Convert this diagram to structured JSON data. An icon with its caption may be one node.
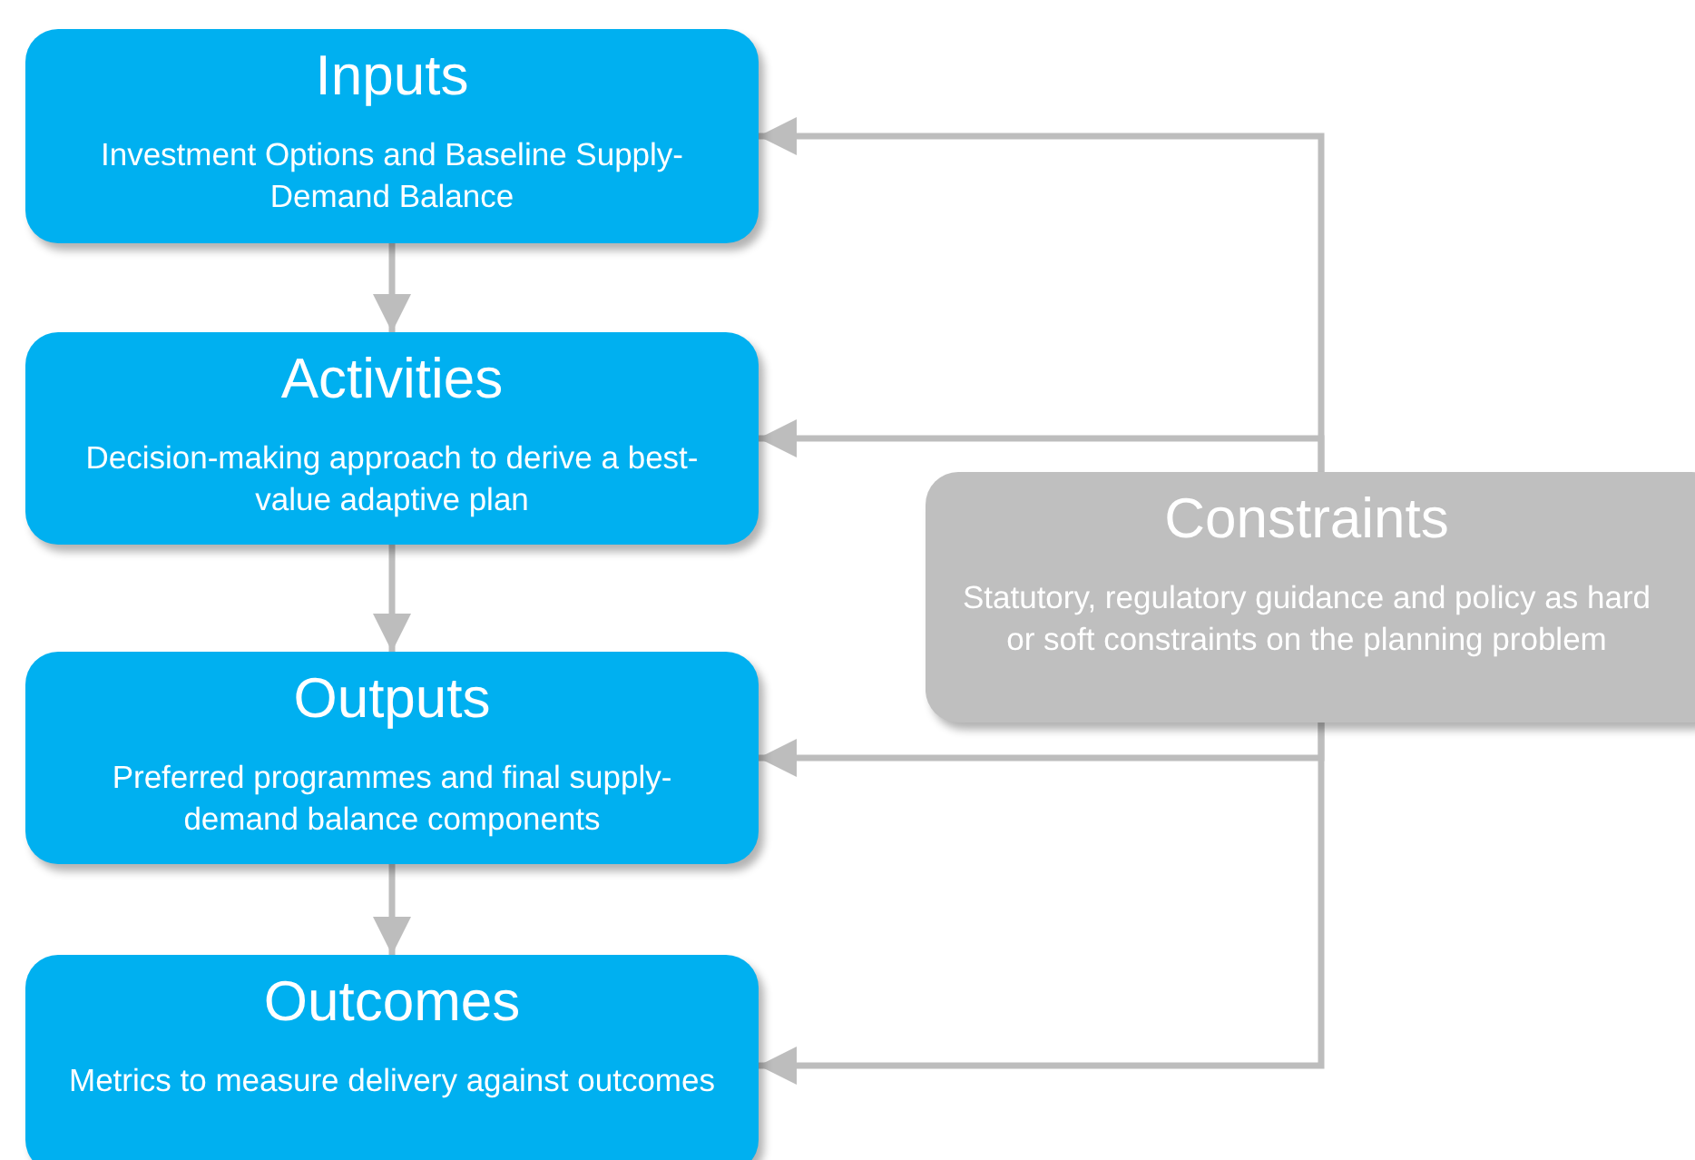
{
  "diagram": {
    "nodes": [
      {
        "text": [
          "Inputs",
          "Investment Options and Baseline Supply-Demand Balance"
        ]
      },
      {
        "text": [
          "Activities",
          "Decision-making approach to derive a best-value adaptive plan"
        ]
      },
      {
        "text": [
          "Outputs",
          "Preferred programmes and final supply-demand balance components"
        ]
      },
      {
        "text": [
          "Outcomes",
          "Metrics to measure delivery against outcomes"
        ]
      },
      {
        "text": [
          "Constraints",
          "Statutory, regulatory guidance and policy as hard or soft constraints on the planning problem"
        ]
      }
    ],
    "edges": [
      {
        "from": 0,
        "to": 1,
        "arrow": "to"
      },
      {
        "from": 1,
        "to": 2,
        "arrow": "to"
      },
      {
        "from": 2,
        "to": 3,
        "arrow": "to"
      },
      {
        "from": 4,
        "to": 0,
        "arrow": "to"
      },
      {
        "from": 4,
        "to": 1,
        "arrow": "to"
      },
      {
        "from": 4,
        "to": 2,
        "arrow": "to"
      },
      {
        "from": 4,
        "to": 3,
        "arrow": "to"
      }
    ]
  }
}
